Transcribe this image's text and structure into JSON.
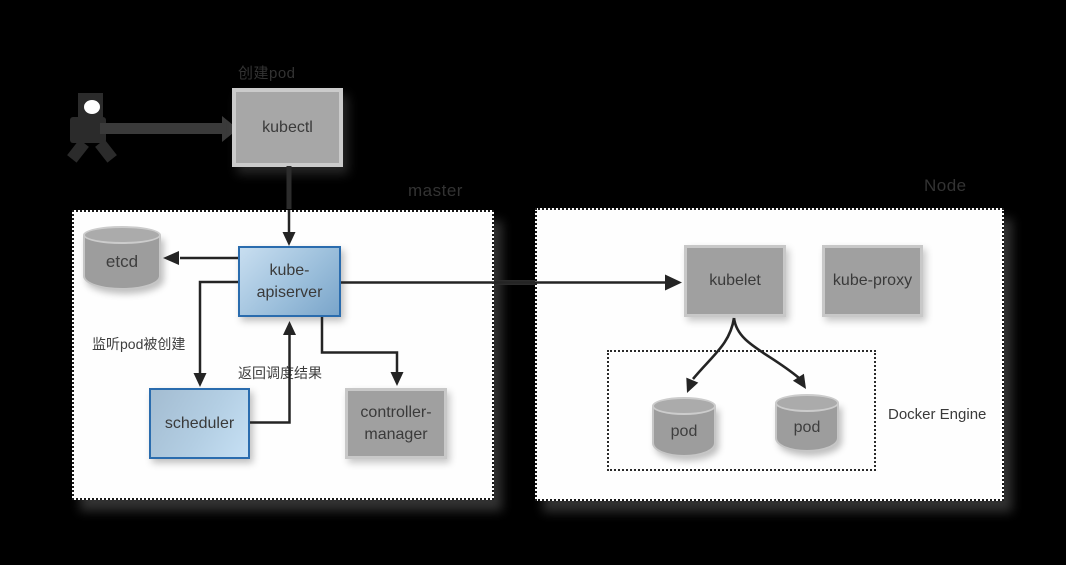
{
  "diagram": {
    "client": {
      "action_label": "创建pod",
      "kubectl": "kubectl"
    },
    "master": {
      "region_label": "master",
      "etcd": "etcd",
      "apiserver": {
        "line1": "kube-",
        "line2": "apiserver"
      },
      "scheduler": "scheduler",
      "controller_manager": {
        "line1": "controller-",
        "line2": "manager"
      },
      "annotations": {
        "watch_pod_created": "监听pod被创建",
        "return_schedule_result": "返回调度结果"
      }
    },
    "node": {
      "region_label": "Node",
      "kubelet": "kubelet",
      "kube_proxy": "kube-proxy",
      "pods": [
        "pod",
        "pod"
      ],
      "docker_engine": "Docker Engine"
    },
    "colors": {
      "page_background": "#000000",
      "region_background": "#fefefe",
      "region_border": "#1a1a1a",
      "gray_box_fill": "#a0a0a0",
      "gray_box_border": "#c8c8c8",
      "blue_box_border": "#2a6cae",
      "blue_gradient_light": "#c8def0",
      "blue_gradient_dark": "#7aa5ca",
      "connector": "#242424",
      "text_dark": "#3a3a3a",
      "faint_label": "#333333"
    }
  }
}
